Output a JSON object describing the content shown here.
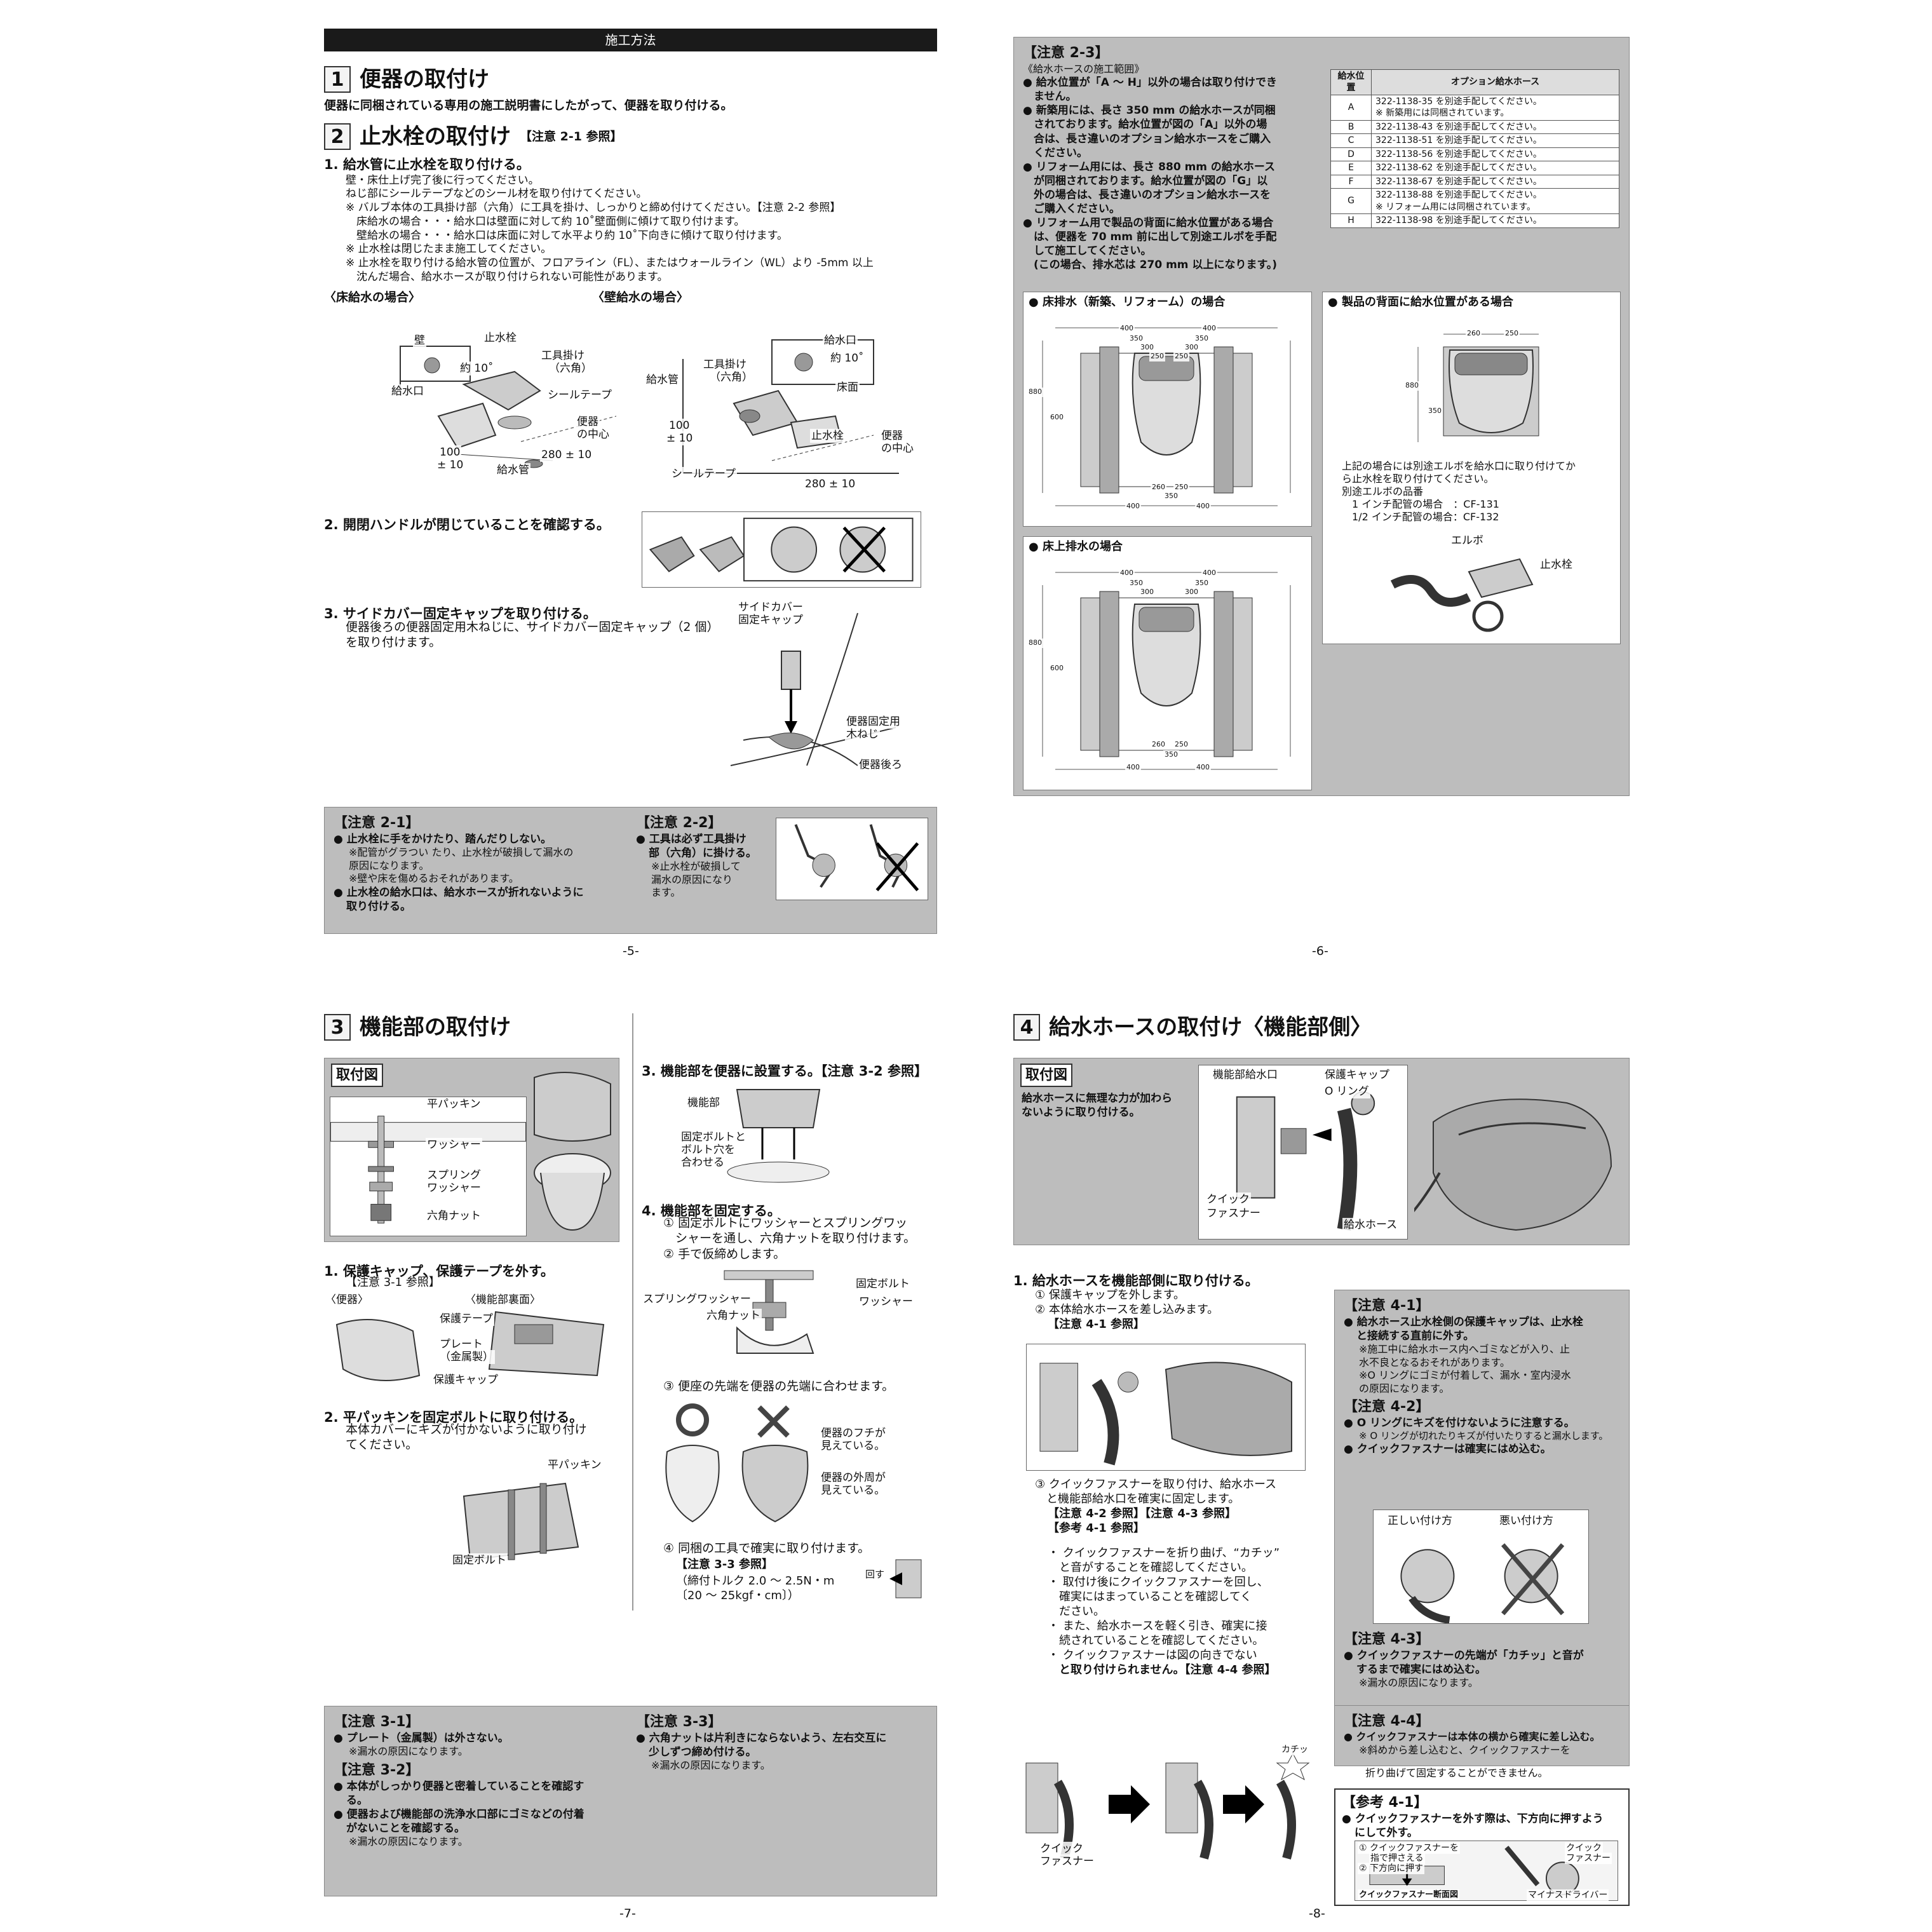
{
  "p5": {
    "header": "施工方法",
    "s1": {
      "num": "1",
      "title": "便器の取付け"
    },
    "s1_lead": "便器に同梱されている専用の施工説明書にしたがって、便器を取り付ける。",
    "s2": {
      "num": "2",
      "title": "止水栓の取付け",
      "ref": "【注意 2-1 参照】"
    },
    "step1": "1.  給水管に止水栓を取り付ける。",
    "step1_lines": [
      "壁・床仕上げ完了後に行ってください。",
      "ねじ部にシールテープなどのシール材を取り付けてください。",
      "※ バルブ本体の工具掛け部（六角）に工具を掛け、しっかりと締め付けてください。【注意 2-2 参照】",
      "　床給水の場合・・・給水口は壁面に対して約 10˚壁面側に傾けて取り付けます。",
      "　壁給水の場合・・・給水口は床面に対して水平より約 10˚下向きに傾けて取り付けます。",
      "※ 止水栓は閉じたまま施工してください。",
      "※ 止水栓を取り付ける給水管の位置が、フロアライン（FL）、またはウォールライン（WL）より -5mm 以上",
      "　沈んだ場合、給水ホースが取り付けられない可能性があります。"
    ],
    "cap_floor": "〈床給水の場合〉",
    "cap_wall": "〈壁給水の場合〉",
    "floor_labels": {
      "kabe": "壁",
      "shisuisen": "止水栓",
      "kougu": "工具掛け",
      "rokkaku": "（六角）",
      "yaku10": "約 10˚",
      "kyusuiguchi": "給水口",
      "seal": "シールテープ",
      "benki": "便器",
      "chushin": "の中心",
      "d100": "100",
      "tol100": "± 10",
      "d280": "280 ± 10",
      "kyusuikan": "給水管"
    },
    "wall_labels": {
      "kougu": "工具掛け",
      "rokkaku": "（六角）",
      "kyusuiguchi": "給水口",
      "yaku10": "約 10˚",
      "yukamen": "床面",
      "kyusuikan": "給水管",
      "d100": "100",
      "tol100": "± 10",
      "shisuisen": "止水栓",
      "benki": "便器",
      "chushin": "の中心",
      "seal": "シールテープ",
      "d280": "280 ± 10"
    },
    "step2": "2.  開閉ハンドルが閉じていることを確認する。",
    "step3": "3.  サイドカバー固定キャップを取り付ける。",
    "step3_lines": [
      "便器後ろの便器固定用木ねじに、サイドカバー固定キャップ（2 個）",
      "を取り付けます。"
    ],
    "step3_labels": {
      "cap1": "サイドカバー",
      "cap2": "固定キャップ",
      "screw1": "便器固定用",
      "screw2": "木ねじ",
      "back": "便器後ろ"
    },
    "note21": {
      "title": "【注意 2-1】",
      "b1": "● 止水栓に手をかけたり、踏んだりしない。",
      "s1a": "※配管がグラつい たり、止水栓が破損して漏水の",
      "s1b": "原因になります。",
      "s1c": "※壁や床を傷めるおそれがあります。",
      "b2a": "● 止水栓の給水口は、給水ホースが折れないように",
      "b2b": "取り付ける。"
    },
    "note22": {
      "title": "【注意 2-2】",
      "b1a": "● 工具は必ず工具掛け",
      "b1b": "部（六角）に掛ける。",
      "s1a": "※止水栓が破損して",
      "s1b": "漏水の原因になり",
      "s1c": "ます。"
    },
    "page_num": "-5-"
  },
  "p6": {
    "note23": {
      "title": "【注意 2-3】",
      "range": "《給水ホースの施工範囲》",
      "lines": [
        "● 給水位置が「A ～ H」以外の場合は取り付けでき",
        "　ません。",
        "● 新築用には、長さ 350 mm の給水ホースが同梱",
        "　されております。給水位置が図の「A」以外の場",
        "　合は、長さ違いのオプション給水ホースをご購入",
        "　ください。",
        "● リフォーム用には、長さ 880 mm の給水ホース",
        "　が同梱されております。給水位置が図の「G」以",
        "　外の場合は、長さ違いのオプション給水ホースを",
        "　ご購入ください。",
        "● リフォーム用で製品の背面に給水位置がある場合",
        "　は、便器を 70 mm 前に出して別途エルボを手配",
        "　して施工してください。",
        "　(この場合、排水芯は 270 mm 以上になります。)"
      ]
    },
    "table": {
      "h_pos": "給水位置",
      "h_hose": "オプション給水ホース",
      "rows": [
        {
          "pos": "A",
          "hose": "322-1138-35 を別途手配してください。",
          "note": "※ 新築用には同梱されています。"
        },
        {
          "pos": "B",
          "hose": "322-1138-43 を別途手配してください。",
          "note": ""
        },
        {
          "pos": "C",
          "hose": "322-1138-51 を別途手配してください。",
          "note": ""
        },
        {
          "pos": "D",
          "hose": "322-1138-56 を別途手配してください。",
          "note": ""
        },
        {
          "pos": "E",
          "hose": "322-1138-62 を別途手配してください。",
          "note": ""
        },
        {
          "pos": "F",
          "hose": "322-1138-67 を別途手配してください。",
          "note": ""
        },
        {
          "pos": "G",
          "hose": "322-1138-88 を別途手配してください。",
          "note": "※ リフォーム用には同梱されています。"
        },
        {
          "pos": "H",
          "hose": "322-1138-98 を別途手配してください。",
          "note": ""
        }
      ]
    },
    "panel_floor_drain": "● 床排水（新築、リフォーム）の場合",
    "panel_back": "● 製品の背面に給水位置がある場合",
    "panel_wall_drain": "● 床上排水の場合",
    "back_lines": [
      "上記の場合には別途エルボを給水口に取り付けてか",
      "ら止水栓を取り付けてください。",
      "別途エルボの品番",
      "　1 インチ配管の場合　：CF-131",
      "　1/2 インチ配管の場合：CF-132"
    ],
    "back_labels": {
      "elbow": "エルボ",
      "shisuisen": "止水栓"
    },
    "dims_floor": {
      "top1": "400",
      "top2": "400",
      "a": "350",
      "b": "350",
      "c": "300",
      "d": "300",
      "e": "250",
      "f": "250",
      "bot1": "260",
      "bot2": "250",
      "bot3": "350",
      "bot4": "400",
      "bot5": "400",
      "h1": "880",
      "h2": "600"
    },
    "dims_back": {
      "w1": "260",
      "w2": "250",
      "h1": "880",
      "h2": "350"
    },
    "dims_wall": {
      "top1": "400",
      "top2": "400",
      "a": "350",
      "b": "350",
      "c": "300",
      "d": "300",
      "bot1": "260",
      "bot2": "250",
      "bot3": "350",
      "bot4": "400",
      "bot5": "400",
      "h1": "880",
      "h2": "600"
    },
    "page_num": "-6-"
  },
  "p7": {
    "s3": {
      "num": "3",
      "title": "機能部の取付け"
    },
    "torizuke": "取付図",
    "tz_labels": {
      "hira": "平パッキン",
      "washer": "ワッシャー",
      "spring1": "スプリング",
      "spring2": "ワッシャー",
      "nut": "六角ナット"
    },
    "step1": "1.  保護キャップ、保護テープを外す。",
    "step1_ref": "【注意 3-1 参照】",
    "step1_labels": {
      "benki": "〈便器〉",
      "ura": "〈機能部裏面〉",
      "tape": "保護テープ",
      "plate1": "プレート",
      "plate2": "（金属製）",
      "cap": "保護キャップ"
    },
    "step2": "2.  平パッキンを固定ボルトに取り付ける。",
    "step2_lines": [
      "本体カバーにキズが付かないように取り付け",
      "てください。"
    ],
    "step2_labels": {
      "hira": "平パッキン",
      "bolt": "固定ボルト"
    },
    "step3": "3.  機能部を便器に設置する。【注意 3-2 参照】",
    "step3_labels": {
      "kino": "機能部",
      "bolt1": "固定ボルトと",
      "bolt2": "ボルト穴を",
      "bolt3": "合わせる"
    },
    "step4": "4.  機能部を固定する。",
    "step4_lines": [
      "① 固定ボルトにワッシャーとスプリングワッ",
      "　シャーを通し、六角ナットを取り付けます。",
      "② 手で仮締めします。"
    ],
    "step4_labels": {
      "bolt": "固定ボルト",
      "spring": "スプリングワッシャー",
      "washer": "ワッシャー",
      "nut": "六角ナット"
    },
    "step4_c": "③ 便座の先端を便器の先端に合わせます。",
    "step4_c_labels": {
      "fuchi1": "便器のフチが",
      "fuchi2": "見えている。",
      "gai1": "便器の外周が",
      "gai2": "見えている。"
    },
    "step4_d": "④ 同梱の工具で確実に取り付けます。",
    "step4_d_ref": "【注意 3-3 参照】",
    "step4_d_lines": [
      "（締付トルク 2.0 ～ 2.5N・m",
      "〔20 ～ 25kgf・cm〕）"
    ],
    "step4_d_label": "回す",
    "note31": {
      "title": "【注意 3-1】",
      "b1": "● プレート（金属製）は外さない。",
      "s1": "※漏水の原因になります。"
    },
    "note32": {
      "title": "【注意 3-2】",
      "b1a": "● 本体がしっかり便器と密着していることを確認す",
      "b1b": "る。",
      "b2a": "● 便器および機能部の洗浄水口部にゴミなどの付着",
      "b2b": "がないことを確認する。",
      "s1": "※漏水の原因になります。"
    },
    "note33": {
      "title": "【注意 3-3】",
      "b1a": "● 六角ナットは片利きにならないよう、左右交互に",
      "b1b": "少しずつ締め付ける。",
      "s1": "※漏水の原因になります。"
    },
    "page_num": "-7-"
  },
  "p8": {
    "s4": {
      "num": "4",
      "title": "給水ホースの取付け〈機能部側〉"
    },
    "torizuke": "取付図",
    "tz_lines": [
      "給水ホースに無理な力が加わら",
      "ないように取り付ける。"
    ],
    "tz_labels": {
      "kyusuiguchi": "機能部給水口",
      "cap": "保護キャップ",
      "oring": "O リング",
      "quick1": "クイック",
      "quick2": "ファスナー",
      "hose": "給水ホース"
    },
    "step1": "1.  給水ホースを機能部側に取り付ける。",
    "step1_lines": [
      "① 保護キャップを外します。",
      "② 本体給水ホースを差し込みます。"
    ],
    "step1_ref": "【注意 4-1 参照】",
    "step1_c": [
      "③ クイックファスナーを取り付け、給水ホース",
      "　と機能部給水口を確実に固定します。"
    ],
    "step1_c_ref1": "【注意 4-2 参照】【注意 4-3 参照】",
    "step1_c_ref2": "【参考 4-1 参照】",
    "bullets": [
      "・ クイックファスナーを折り曲げ、“カチッ”",
      "　と音がすることを確認してください。",
      "・ 取付け後にクイックファスナーを回し、",
      "　確実にはまっていることを確認してく",
      "　ださい。",
      "・ また、給水ホースを軽く引き、確実に接",
      "　続されていることを確認してください。",
      "・ クイックファスナーは図の向きでない",
      "　と取り付けられません。【注意 4-4 参照】"
    ],
    "seq_labels": {
      "quick1": "クイック",
      "quick2": "ファスナー",
      "kachi": "カチッ"
    },
    "note41": {
      "title": "【注意 4-1】",
      "b1a": "● 給水ホース止水栓側の保護キャップは、止水栓",
      "b1b": "と接続する直前に外す。",
      "s1a": "※施工中に給水ホース内へゴミなどが入り、止",
      "s1b": "水不良となるおそれがあります。",
      "s1c": "※O リングにゴミが付着して、漏水・室内浸水",
      "s1d": "の原因になります。"
    },
    "note42": {
      "title": "【注意 4-2】",
      "b1": "● O リングにキズを付けないように注意する。",
      "s1": "※ O リングが切れたりキズが付いたりすると漏水します。",
      "b2": "● クイックファスナーは確実にはめ込む。",
      "good": "正しい付け方",
      "bad": "悪い付け方"
    },
    "note43": {
      "title": "【注意 4-3】",
      "b1a": "● クイックファスナーの先端が「カチッ」と音が",
      "b1b": "するまで確実にはめ込む。",
      "s1": "※漏水の原因になります。"
    },
    "note44": {
      "title": "【注意 4-4】",
      "b1": "● クイックファスナーは本体の横から確実に差し込む。",
      "s1a": "※斜めから差し込むと、クイックファスナーを",
      "s1b": "折り曲げて固定することができません。"
    },
    "ref41": {
      "title": "【参考 4-1】",
      "b1a": "● クイックファスナーを外す際は、下方向に押すよう",
      "b1b": "にして外す。",
      "l1": "① クイックファスナーを",
      "l2": "指で押さえる",
      "l3": "② 下方向に押す",
      "quick1": "クイック",
      "quick2": "ファスナー",
      "section": "クイックファスナー断面図",
      "driver": "マイナスドライバー"
    },
    "page_num": "-8-"
  }
}
